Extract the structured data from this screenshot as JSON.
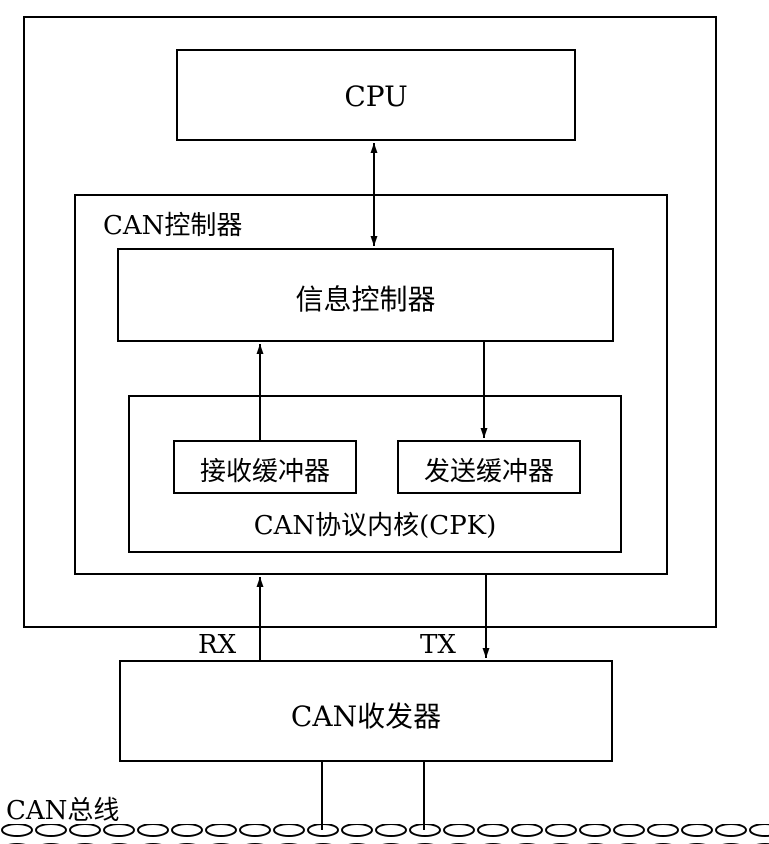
{
  "blocks": {
    "cpu": "CPU",
    "can_controller": "CAN控制器",
    "message_controller": "信息控制器",
    "receive_buffer": "接收缓冲器",
    "transmit_buffer": "发送缓冲器",
    "protocol_kernel": "CAN协议内核(CPK)",
    "transceiver": "CAN收发器"
  },
  "signals": {
    "rx": "RX",
    "tx": "TX"
  },
  "bus": {
    "label": "CAN总线"
  }
}
